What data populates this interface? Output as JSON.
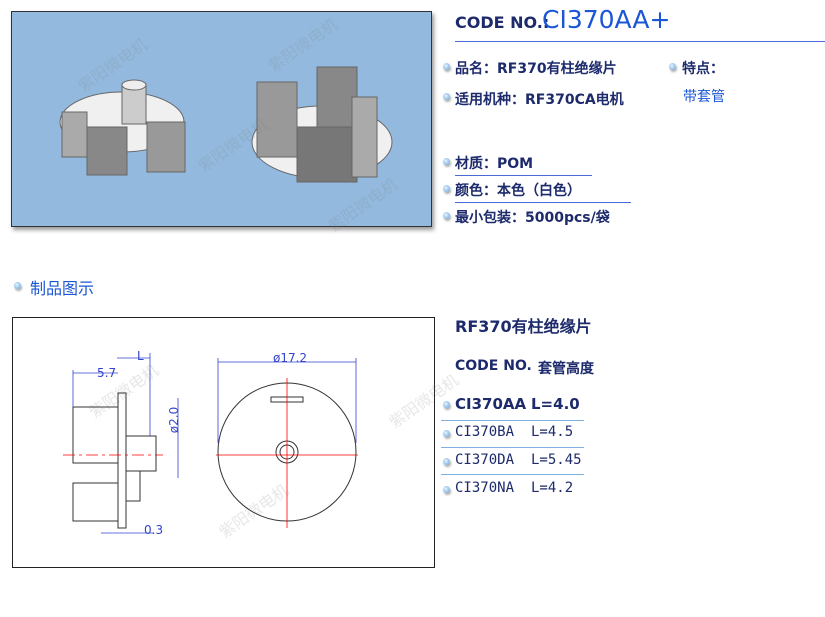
{
  "header": {
    "code_label": "CODE NO.:",
    "code_value": "CI370AA+"
  },
  "specs": {
    "name": "品名：RF370有柱绝缘片",
    "motor": "适用机种：RF370CA电机",
    "material": "材质：POM",
    "color": "颜色：本色（白色）",
    "packing": "最小包装：5000pcs/袋",
    "feature_label": "特点：",
    "feature_value": "带套管"
  },
  "watermark": "紫阳微电机",
  "section_title": "制品图示",
  "drawing": {
    "dim_L": "L",
    "dim_width": "5.7",
    "dim_hole": "ø2.0",
    "dim_thick": "0.3",
    "dim_dia": "ø17.2"
  },
  "variants": {
    "title": "RF370有柱绝缘片",
    "header_code": "CODE NO.",
    "header_height": "套管高度",
    "rows": [
      {
        "code": "CI370AA",
        "height": "L=4.0"
      },
      {
        "code": "CI370BA",
        "height": "L=4.5"
      },
      {
        "code": "CI370DA",
        "height": "L=5.45"
      },
      {
        "code": "CI370NA",
        "height": "L=4.2"
      }
    ]
  },
  "colors": {
    "navy": "#1d2a6b",
    "accent": "#1a56d6",
    "photo_bg": "#93bade"
  }
}
